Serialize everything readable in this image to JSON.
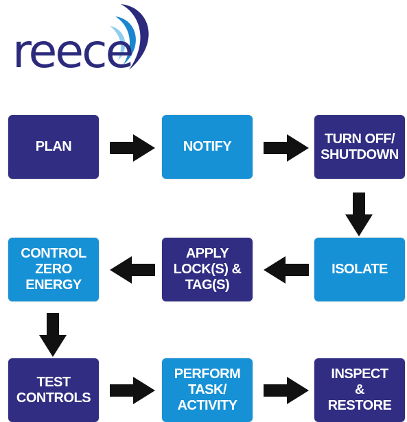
{
  "logo": {
    "text": "reece",
    "color": "#2b2a7c",
    "swirl_colors": [
      "#2b2a7c",
      "#1a86cf",
      "#8fcdee"
    ]
  },
  "colors": {
    "dark_box": "#302d82",
    "light_box": "#1691d6",
    "arrow": "#111111"
  },
  "steps": [
    {
      "label": "PLAN",
      "style": "dark"
    },
    {
      "label": "NOTIFY",
      "style": "light"
    },
    {
      "label": "TURN OFF/\nSHUTDOWN",
      "style": "dark"
    },
    {
      "label": "ISOLATE",
      "style": "light"
    },
    {
      "label": "APPLY\nLOCK(S) &\nTAG(S)",
      "style": "dark"
    },
    {
      "label": "CONTROL\nZERO\nENERGY",
      "style": "light"
    },
    {
      "label": "TEST\nCONTROLS",
      "style": "dark"
    },
    {
      "label": "PERFORM\nTASK/\nACTIVITY",
      "style": "light"
    },
    {
      "label": "INSPECT\n&\nRESTORE",
      "style": "dark"
    }
  ],
  "arrows": [
    "right",
    "right",
    "down",
    "left",
    "left",
    "down",
    "right",
    "right"
  ]
}
